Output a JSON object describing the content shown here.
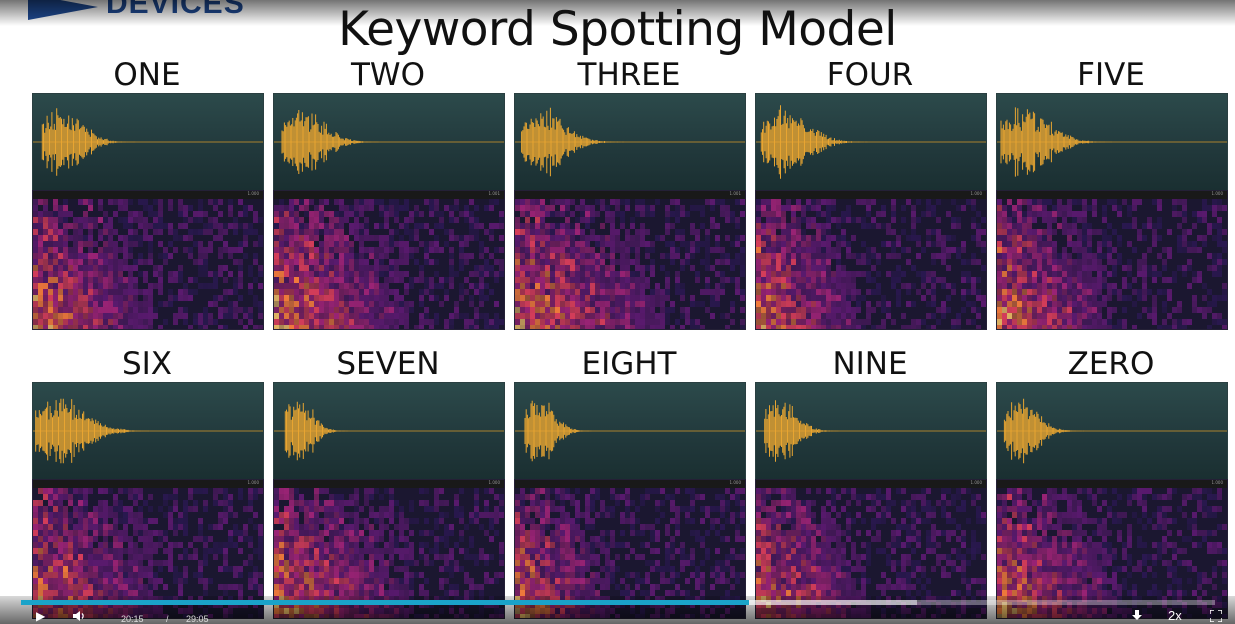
{
  "slide": {
    "title": "Keyword Spotting Model",
    "logo_text": "DEVICES",
    "keywords": [
      {
        "label": "ONE",
        "spec_tag": "1.000"
      },
      {
        "label": "TWO",
        "spec_tag": "1.001"
      },
      {
        "label": "THREE",
        "spec_tag": "1.001"
      },
      {
        "label": "FOUR",
        "spec_tag": "1.000"
      },
      {
        "label": "FIVE",
        "spec_tag": "1.000"
      },
      {
        "label": "SIX",
        "spec_tag": "1.000"
      },
      {
        "label": "SEVEN",
        "spec_tag": "1.000"
      },
      {
        "label": "EIGHT",
        "spec_tag": "1.000"
      },
      {
        "label": "NINE",
        "spec_tag": "1.000"
      },
      {
        "label": "ZERO",
        "spec_tag": "1.000"
      }
    ]
  },
  "player": {
    "current_time": "20:15",
    "separator": "/",
    "duration": "29:05",
    "speed": "2x",
    "progress_fraction": 0.61,
    "buffered_fraction": 0.75,
    "accent_color": "#1aa3c9",
    "icons": [
      "play-icon",
      "volume-icon",
      "download-icon",
      "fullscreen-icon"
    ]
  }
}
